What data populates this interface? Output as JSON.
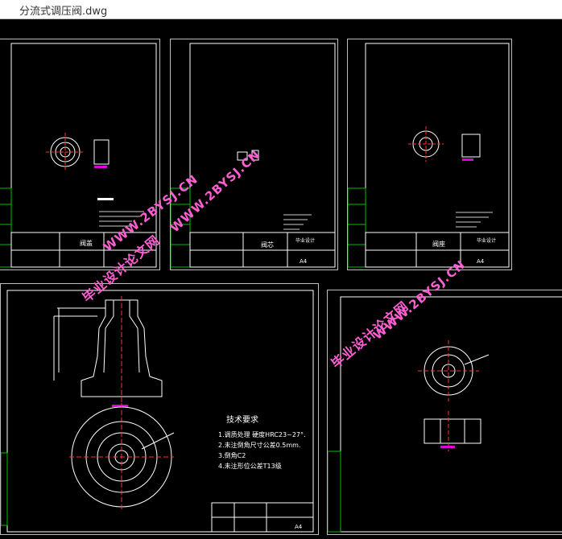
{
  "window": {
    "title": "分流式调压阀.dwg"
  },
  "watermarks": {
    "site_cn": "毕业设计论文网",
    "site_url": "WWW.2BYSJ.CN"
  },
  "sheets": {
    "s1": {
      "title_label": "阀盖"
    },
    "s2": {
      "title_label": "阀芯",
      "school": "毕业设计",
      "size": "A4"
    },
    "s3": {
      "title_label": "阀座",
      "school": "毕业设计",
      "size": "A4"
    },
    "s4": {
      "tech_title": "技术要求",
      "tech_items": [
        "1.调质处理  硬度HRC23~27°.",
        "2.未注倒角尺寸公差0.5mm.",
        "3.倒角C2",
        "4.未注形位公差T13级"
      ],
      "size": "A4"
    }
  },
  "colors": {
    "line": "#ffffff",
    "dim": "#ffffff",
    "title": "#00c000",
    "accent": "#ff00ff",
    "watermark": "#ff5fd2",
    "border": "#bdbdbd"
  }
}
